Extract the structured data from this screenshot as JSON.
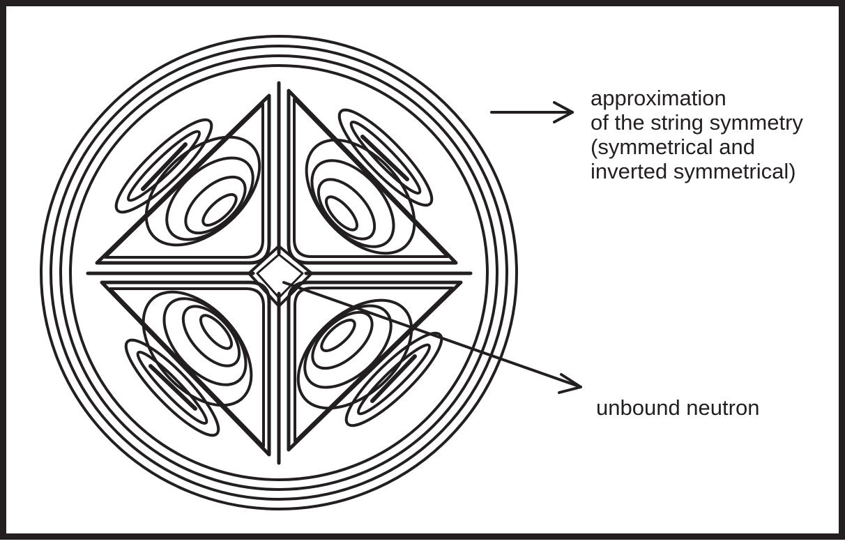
{
  "labels": {
    "symmetry": [
      "approximation",
      "of the string symmetry",
      "(symmetrical and",
      "inverted symmetrical)"
    ],
    "neutron": "unbound neutron"
  },
  "colors": {
    "ink": "#231f20",
    "background": "#ffffff"
  }
}
